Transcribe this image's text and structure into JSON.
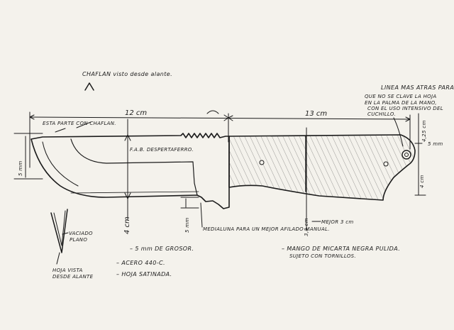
{
  "labels": {
    "chaflan_view": "CHAFLAN visto desde alante.",
    "blade_length": "12 cm",
    "handle_length": "13 cm",
    "chaflan_part": "ESTA PARTE CON CHAFLAN.",
    "maker_mark": "F.A.B. DESPERTAFERRO.",
    "tip_thickness": "5 mm",
    "blade_height": "4 cm",
    "choil_depth": "5 mm",
    "halfmoon": "MEDIALUNA PARA UN MEJOR AFILADO MANUAL.",
    "handle_height": "3,3 cm",
    "handle_height_note": "MEJOR 3 cm",
    "line_back_title": "LINEA MAS ATRAS PARA",
    "line_back_1": "QUE NO SE CLAVE LA HOJA",
    "line_back_2": "EN LA PALMA DE LA MANO,",
    "line_back_3": "CON EL USO INTENSIVO DEL",
    "line_back_4": "CUCHILLO.",
    "butt_height": "4,25 cm",
    "hole_dia": "5 mm",
    "butt_width": "4 cm",
    "hollow_grind": "VACIADO PLANO",
    "front_view": "HOJA VISTA DESDE ALANTE",
    "thickness": "5 mm DE GROSOR.",
    "steel": "ACERO 440-C.",
    "finish": "HOJA SATINADA.",
    "handle_material": "MANGO DE MICARTA NEGRA PULIDA.",
    "screws": "SUJETO CON TORNILLOS."
  },
  "colors": {
    "ink": "#1b1b1b",
    "paper": "#f4f2ec"
  }
}
